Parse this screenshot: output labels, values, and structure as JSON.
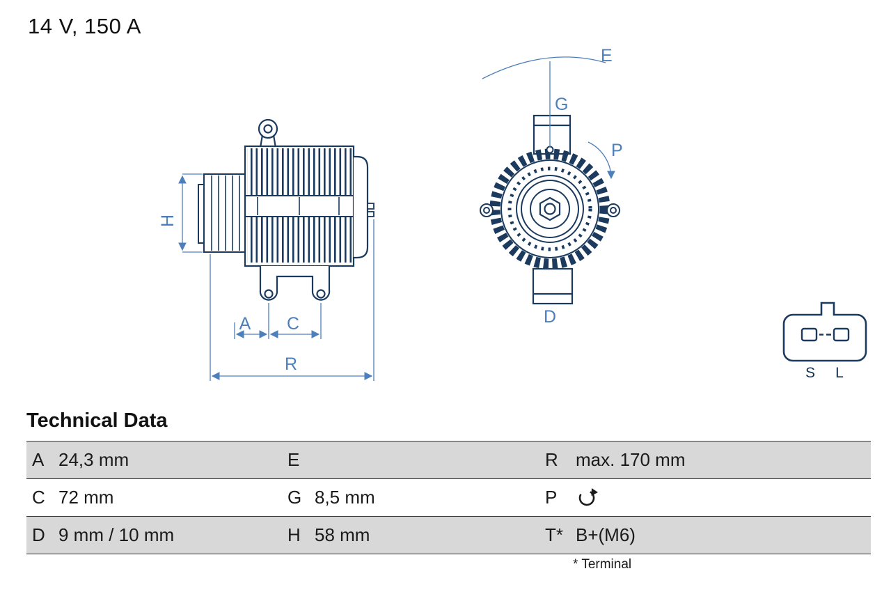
{
  "header": {
    "spec": "14 V, 150 A"
  },
  "drawing": {
    "side_labels": {
      "H": "H",
      "A": "A",
      "C": "C",
      "R": "R"
    },
    "front_labels": {
      "E": "E",
      "G": "G",
      "P": "P",
      "D": "D"
    },
    "connector_labels": {
      "S": "S",
      "L": "L"
    },
    "colors": {
      "outline": "#1b3a5e",
      "dimension": "#4d7fba",
      "table_row_gray": "#d8d8d8",
      "table_border": "#27364e"
    }
  },
  "table": {
    "title": "Technical Data",
    "rows": [
      {
        "c1_label": "A",
        "c1_value": "24,3 mm",
        "c2_label": "E",
        "c2_value": "",
        "c3_label": "R",
        "c3_value": "max. 170 mm"
      },
      {
        "c1_label": "C",
        "c1_value": "72 mm",
        "c2_label": "G",
        "c2_value": "8,5 mm",
        "c3_label": "P",
        "c3_value": "",
        "c3_icon": "clockwise-rotation-icon"
      },
      {
        "c1_label": "D",
        "c1_value": "9 mm / 10 mm",
        "c2_label": "H",
        "c2_value": "58 mm",
        "c3_label": "T*",
        "c3_value": "B+(M6)"
      }
    ],
    "footnote": "* Terminal"
  }
}
